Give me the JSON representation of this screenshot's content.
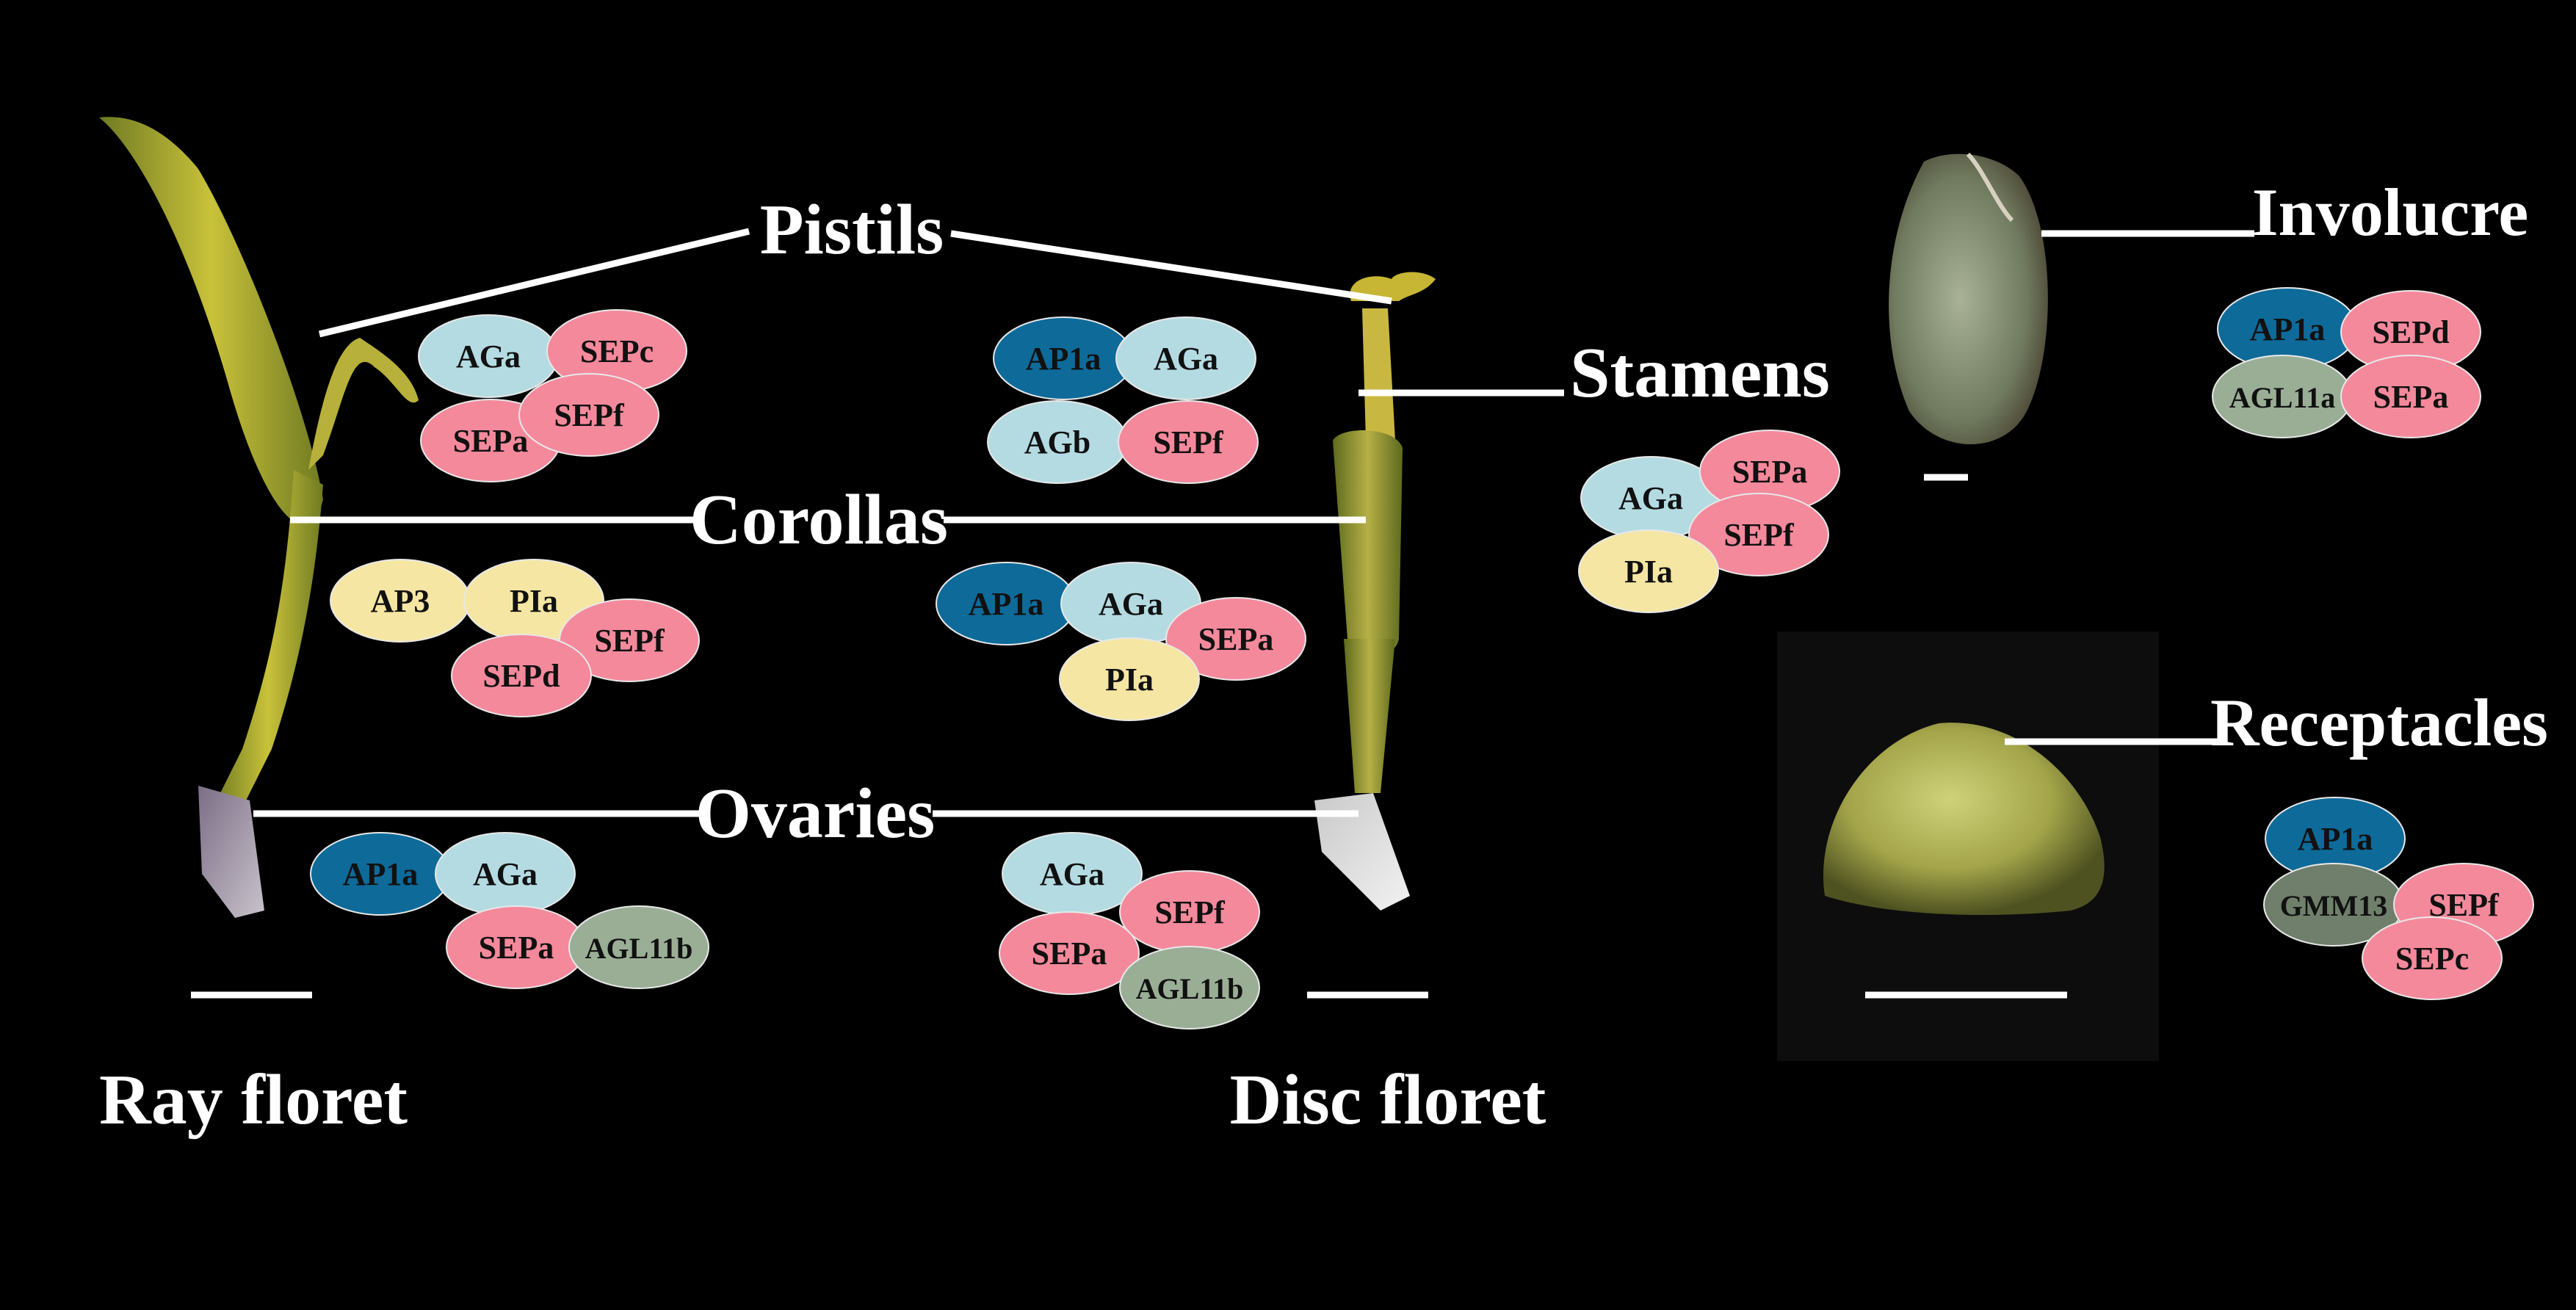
{
  "colors": {
    "background": "#000000",
    "line": "#ffffff",
    "dark_blue": "#0e6a99",
    "light_blue": "#b4dbe2",
    "pink": "#f4899b",
    "yellow": "#f6e6a3",
    "gray_green": "#9aae96",
    "dark_green": "#6f7f6b"
  },
  "labels": {
    "pistils": "Pistils",
    "corollas": "Corollas",
    "ovaries": "Ovaries",
    "stamens": "Stamens",
    "involucre": "Involucre",
    "receptacles": "Receptacles",
    "ray_floret": "Ray floret",
    "disc_floret": "Disc floret"
  },
  "complexes": {
    "ray_pistil": [
      "AGa",
      "SEPc",
      "SEPa",
      "SEPf"
    ],
    "disc_pistil": [
      "AP1a",
      "AGa",
      "AGb",
      "SEPf"
    ],
    "ray_corolla": [
      "AP3",
      "PIa",
      "SEPf",
      "SEPd"
    ],
    "disc_corolla": [
      "AP1a",
      "AGa",
      "SEPa",
      "PIa"
    ],
    "ray_ovary": [
      "AP1a",
      "AGa",
      "SEPa",
      "AGL11b"
    ],
    "disc_ovary": [
      "AGa",
      "SEPf",
      "SEPa",
      "AGL11b"
    ],
    "stamen": [
      "AGa",
      "SEPa",
      "SEPf",
      "PIa"
    ],
    "involucre": [
      "AP1a",
      "SEPd",
      "AGL11a",
      "SEPa"
    ],
    "receptacle": [
      "AP1a",
      "GMM13",
      "SEPf",
      "SEPc"
    ]
  }
}
